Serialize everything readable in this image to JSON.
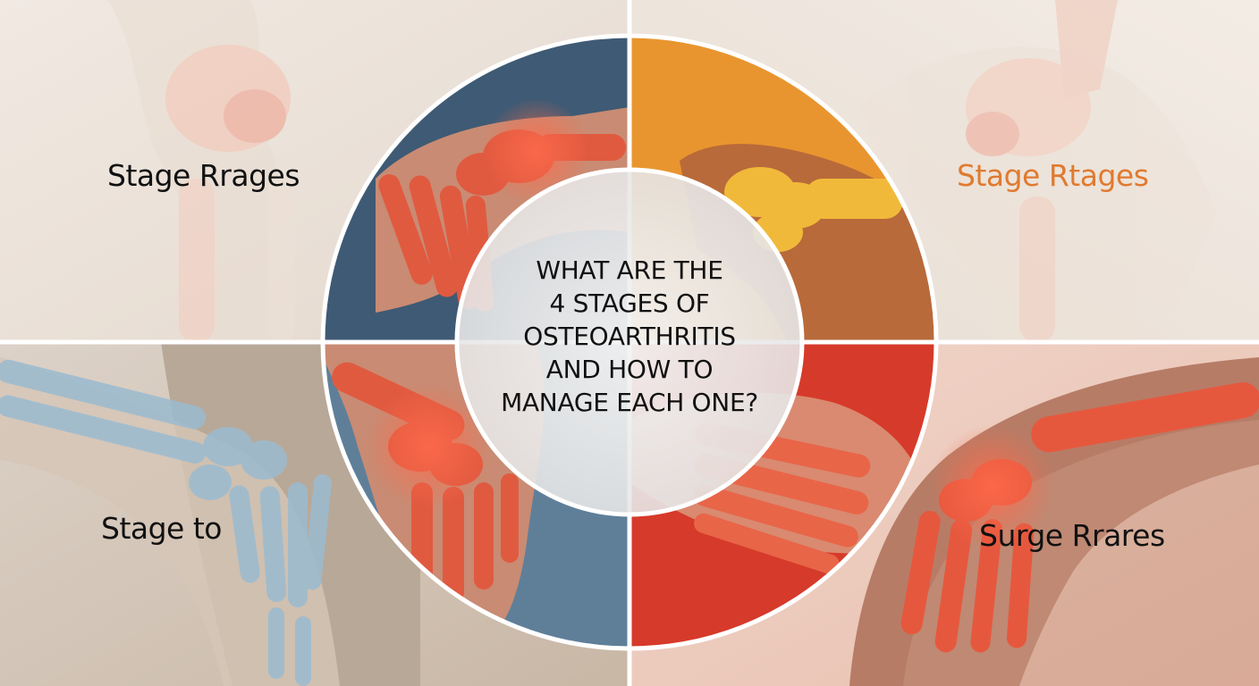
{
  "title_lines": [
    "WHAT ARE THE",
    "4 STAGES OF",
    "OSTEOARTHRITIS",
    "AND HOW TO",
    "MANAGE EACH ONE?"
  ],
  "quadrant_labels": {
    "top_left": "Stage Rrages",
    "top_right": "Stage Rtages",
    "bottom_left": "Stage to",
    "bottom_right": "Surge Rrares"
  },
  "colors": {
    "quadrant_top_left": "#3f5a74",
    "quadrant_top_right": "#e9952f",
    "quadrant_bottom_left": "#5f7f99",
    "quadrant_bottom_right": "#d63a2a",
    "inflamed_bone": "#e8553d",
    "healthy_bone": "#8fb0c4",
    "label_accent": "#e07a30"
  },
  "illustrations": {
    "top_left": "knee-joint-icon",
    "top_right": "hand-joints-icon",
    "bottom_left": "hand-skeleton-icon",
    "bottom_right": "hand-inflamed-icon"
  }
}
